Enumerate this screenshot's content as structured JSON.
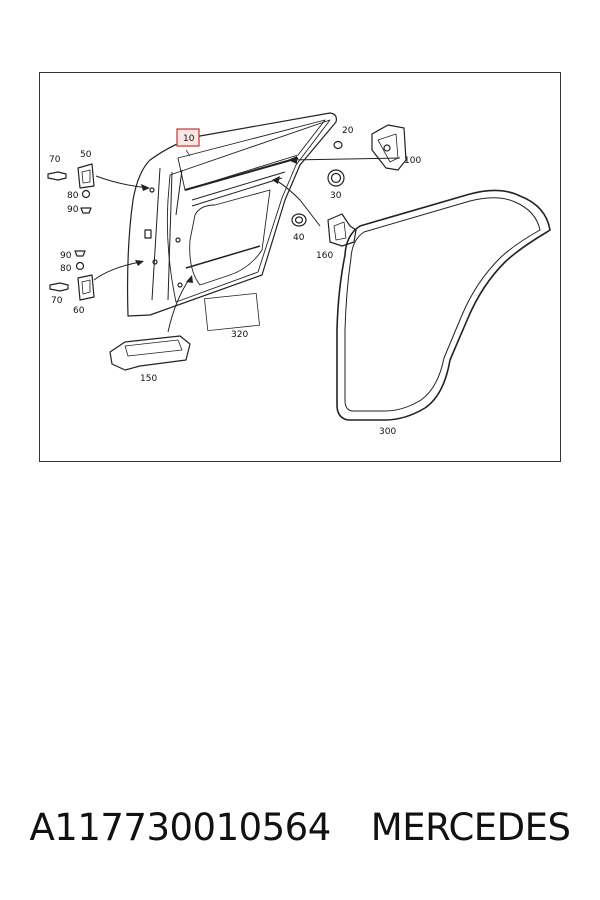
{
  "diagram": {
    "labels": {
      "p10": "10",
      "p20": "20",
      "p30": "30",
      "p40": "40",
      "p50": "50",
      "p60": "60",
      "p70a": "70",
      "p70b": "70",
      "p80a": "80",
      "p80b": "80",
      "p90a": "90",
      "p90b": "90",
      "p100": "100",
      "p150": "150",
      "p160": "160",
      "p300": "300",
      "p320": "320"
    },
    "highlight_color": "#cc3333"
  },
  "caption": {
    "part_number": "A117730010564",
    "brand": "MERCEDES"
  }
}
